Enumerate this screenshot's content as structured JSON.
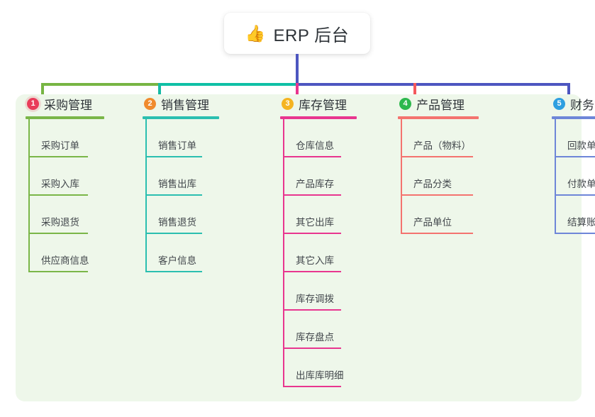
{
  "root": {
    "icon": "thumbs-up-icon",
    "emoji": "👍",
    "title": "ERP 后台"
  },
  "colors": {
    "page_background": "#ffffff",
    "panel_background": "#eef7ea",
    "root_stem": "#4d56c0",
    "bus_green": "#77b543",
    "bus_teal": "#0ec0a6",
    "bus_blue": "#4d56c0"
  },
  "columns": [
    {
      "number": "1",
      "title": "采购管理",
      "line_color": "#7ab648",
      "badge_color": "#e93c5a",
      "drop_color": "#77b543",
      "head_rule_width": 111,
      "item_rule_width": 84,
      "items": [
        "采购订单",
        "采购入库",
        "采购退货",
        "供应商信息"
      ]
    },
    {
      "number": "2",
      "title": "销售管理",
      "line_color": "#2bbfb0",
      "badge_color": "#f08b2e",
      "drop_color": "#16bba4",
      "head_rule_width": 108,
      "item_rule_width": 80,
      "items": [
        "销售订单",
        "销售出库",
        "销售退货",
        "客户信息"
      ]
    },
    {
      "number": "3",
      "title": "库存管理",
      "line_color": "#e8368f",
      "badge_color": "#f5b421",
      "drop_color": "#e8368f",
      "head_rule_width": 108,
      "item_rule_width": 82,
      "items": [
        "仓库信息",
        "产品库存",
        "其它出库",
        "其它入库",
        "库存调拨",
        "库存盘点",
        "出库库明细"
      ]
    },
    {
      "number": "4",
      "title": "产品管理",
      "line_color": "#f4736f",
      "badge_color": "#2db84d",
      "drop_color": "#f4585c",
      "head_rule_width": 114,
      "item_rule_width": 102,
      "items": [
        "产品（物料）",
        "产品分类",
        "产品单位"
      ]
    },
    {
      "number": "5",
      "title": "财务管理",
      "line_color": "#6e86d8",
      "badge_color": "#2e9fe0",
      "drop_color": "#4d56c0",
      "head_rule_width": 110,
      "item_rule_width": 84,
      "items": [
        "回款单",
        "付款单",
        "结算账户"
      ]
    }
  ]
}
